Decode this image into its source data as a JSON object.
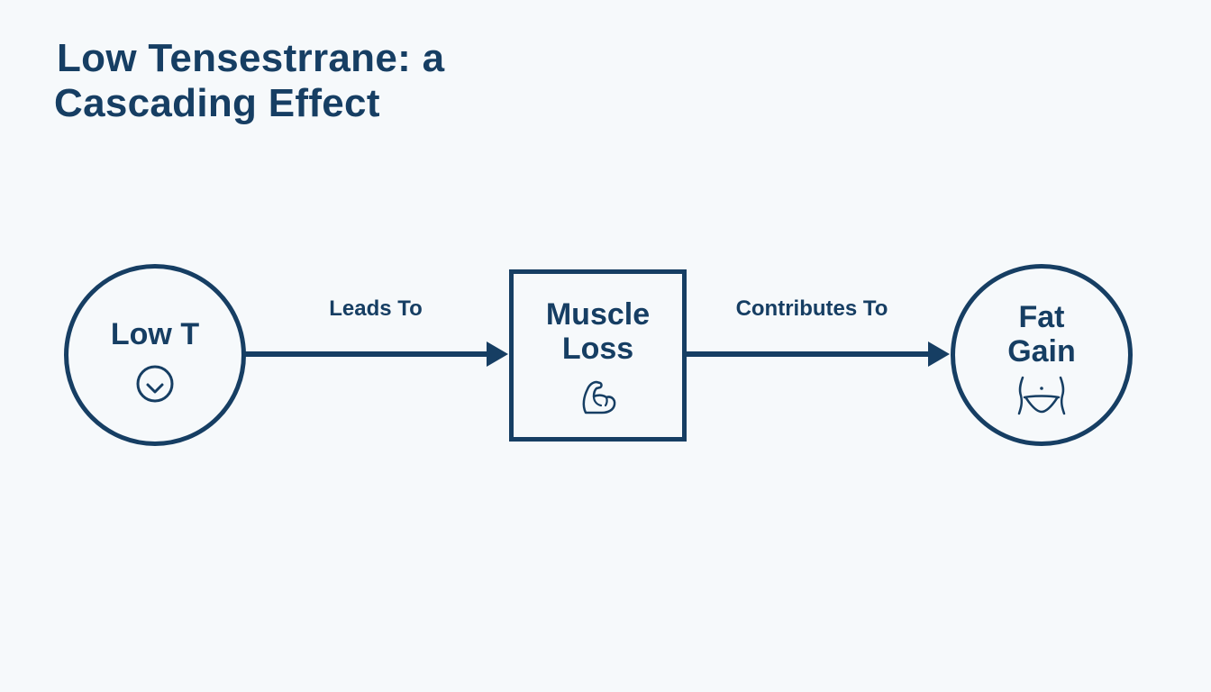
{
  "title": {
    "line1": "Low Tensestrrane: a",
    "line2": "Cascading Effect"
  },
  "colors": {
    "primary": "#163e63",
    "background": "#f6f9fb"
  },
  "nodes": {
    "low_t": {
      "label": "Low T",
      "icon": "arrow-down-circle-icon"
    },
    "muscle_loss": {
      "label": "Muscle\nLoss",
      "icon": "flexed-bicep-icon"
    },
    "fat_gain": {
      "label": "Fat\nGain",
      "icon": "waist-body-icon"
    }
  },
  "edges": {
    "leads_to": {
      "label": "Leads To"
    },
    "contributes_to": {
      "label": "Contributes To"
    }
  }
}
